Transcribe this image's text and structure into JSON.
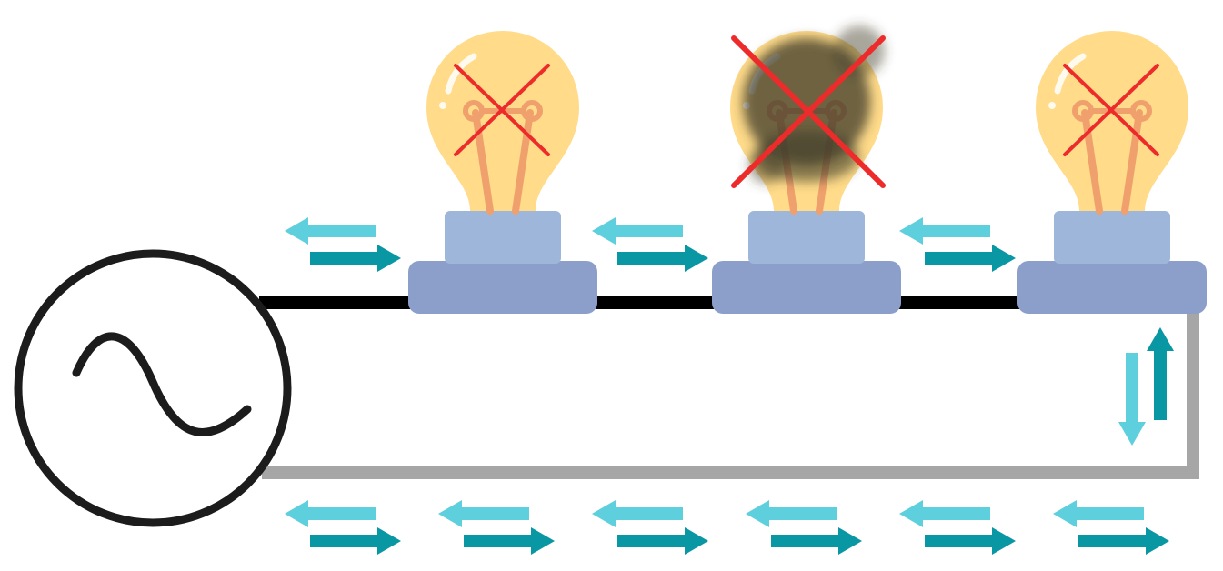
{
  "diagram": {
    "source": {
      "symbol": "ac-voltage-source",
      "icon": "sine-wave-icon"
    },
    "bulbs": [
      {
        "position": 1,
        "status": "off",
        "burnt": false,
        "crossed": true
      },
      {
        "position": 2,
        "status": "off",
        "burnt": true,
        "crossed": true
      },
      {
        "position": 3,
        "status": "off",
        "burnt": false,
        "crossed": true
      }
    ],
    "current": "alternating",
    "colors": {
      "live_wire": "#000000",
      "return_wire": "#a6a6a6",
      "arrow_light": "#5ecfdc",
      "arrow_dark": "#0a97a4",
      "bulb_glass": "#ffdb8a",
      "filament": "#f0a06c",
      "socket_top": "#9fb6db",
      "socket_base": "#8c9fca",
      "cross": "#ee2b2b",
      "soot": "#3e3a28"
    }
  }
}
